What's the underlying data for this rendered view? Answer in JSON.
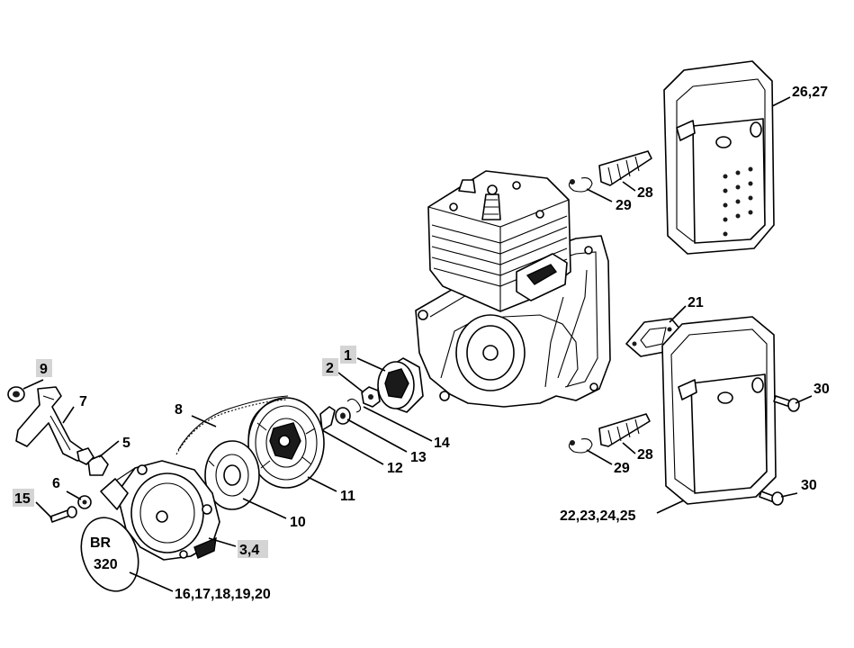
{
  "callouts": [
    {
      "label": "1"
    },
    {
      "label": "2"
    },
    {
      "label": "3,4"
    },
    {
      "label": "5"
    },
    {
      "label": "6"
    },
    {
      "label": "7"
    },
    {
      "label": "8"
    },
    {
      "label": "9"
    },
    {
      "label": "10"
    },
    {
      "label": "11"
    },
    {
      "label": "12"
    },
    {
      "label": "13"
    },
    {
      "label": "14"
    },
    {
      "label": "15"
    },
    {
      "label": "16,17,18,19,20"
    },
    {
      "label": "21"
    },
    {
      "label": "22,23,24,25"
    },
    {
      "label": "26,27"
    },
    {
      "label": "28"
    },
    {
      "label": "29"
    },
    {
      "label": "28"
    },
    {
      "label": "29"
    },
    {
      "label": "30"
    },
    {
      "label": "30"
    }
  ],
  "cover_badge": {
    "text_top": "BR",
    "text_bottom": "320"
  },
  "colors": {
    "line": "#000000",
    "callout_highlight": "#d4d4d4",
    "background": "#ffffff"
  }
}
